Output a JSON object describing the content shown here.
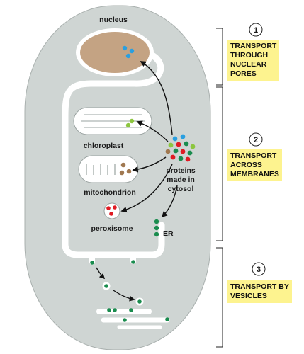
{
  "labels": {
    "nucleus": "nucleus",
    "chloroplast": "chloroplast",
    "mitochondrion": "mitochondrion",
    "peroxisome": "peroxisome",
    "er": "ER",
    "proteins_line1": "proteins",
    "proteins_line2": "made in",
    "proteins_line3": "cytosol"
  },
  "steps": [
    {
      "number": "1",
      "text": "TRANSPORT\nTHROUGH\nNUCLEAR\nPORES"
    },
    {
      "number": "2",
      "text": "TRANSPORT\nACROSS\nMEMBRANES"
    },
    {
      "number": "3",
      "text": "TRANSPORT BY\nVESICLES"
    }
  ],
  "colors": {
    "cell": "#cfd5d3",
    "membrane": "#ffffff",
    "nucleus": "#c4a383",
    "label_box": "#fdf38f",
    "blue": "#2a9fe0",
    "green": "#1a8c4e",
    "light_green": "#8cc63f",
    "red": "#e01b23",
    "brown": "#a07850"
  }
}
